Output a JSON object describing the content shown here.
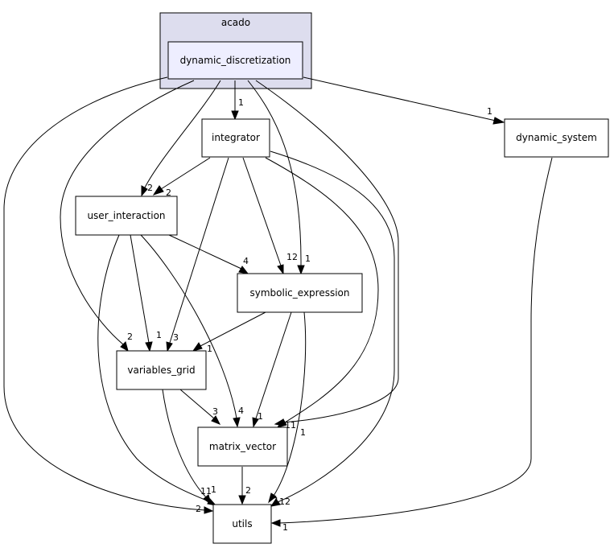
{
  "cluster": {
    "label": "acado"
  },
  "nodes": {
    "dynamic_discretization": {
      "label": "dynamic_discretization"
    },
    "integrator": {
      "label": "integrator"
    },
    "dynamic_system": {
      "label": "dynamic_system"
    },
    "user_interaction": {
      "label": "user_interaction"
    },
    "symbolic_expression": {
      "label": "symbolic_expression"
    },
    "variables_grid": {
      "label": "variables_grid"
    },
    "matrix_vector": {
      "label": "matrix_vector"
    },
    "utils": {
      "label": "utils"
    }
  },
  "edges": {
    "dd_integrator": {
      "from": "dynamic_discretization",
      "to": "integrator",
      "count": "1"
    },
    "dd_dynamic_system": {
      "from": "dynamic_discretization",
      "to": "dynamic_system",
      "count": "1"
    },
    "dd_user_interaction": {
      "from": "dynamic_discretization",
      "to": "user_interaction",
      "count": "2"
    },
    "dd_symbolic_expression": {
      "from": "dynamic_discretization",
      "to": "symbolic_expression",
      "count": "1"
    },
    "dd_variables_grid": {
      "from": "dynamic_discretization",
      "to": "variables_grid",
      "count": "2"
    },
    "dd_matrix_vector": {
      "from": "dynamic_discretization",
      "to": "matrix_vector",
      "count": "11"
    },
    "dd_utils": {
      "from": "dynamic_discretization",
      "to": "utils",
      "count": "2"
    },
    "int_user_interaction": {
      "from": "integrator",
      "to": "user_interaction",
      "count": "2"
    },
    "int_symbolic_expression": {
      "from": "integrator",
      "to": "symbolic_expression",
      "count": "12"
    },
    "int_variables_grid": {
      "from": "integrator",
      "to": "variables_grid",
      "count": "3"
    },
    "int_matrix_vector": {
      "from": "integrator",
      "to": "matrix_vector",
      "count": "1"
    },
    "int_utils": {
      "from": "integrator",
      "to": "utils",
      "count": "1"
    },
    "ui_symbolic_expression": {
      "from": "user_interaction",
      "to": "symbolic_expression",
      "count": "4"
    },
    "ui_variables_grid": {
      "from": "user_interaction",
      "to": "variables_grid",
      "count": "1"
    },
    "ui_matrix_vector": {
      "from": "user_interaction",
      "to": "matrix_vector",
      "count": "4"
    },
    "ui_utils": {
      "from": "user_interaction",
      "to": "utils",
      "count": "11"
    },
    "se_variables_grid": {
      "from": "symbolic_expression",
      "to": "variables_grid",
      "count": "1"
    },
    "se_matrix_vector": {
      "from": "symbolic_expression",
      "to": "matrix_vector",
      "count": "1"
    },
    "se_utils": {
      "from": "symbolic_expression",
      "to": "utils",
      "count": "12"
    },
    "vg_matrix_vector": {
      "from": "variables_grid",
      "to": "matrix_vector",
      "count": "3"
    },
    "vg_utils": {
      "from": "variables_grid",
      "to": "utils",
      "count": "1"
    },
    "mv_utils": {
      "from": "matrix_vector",
      "to": "utils",
      "count": "2"
    },
    "ds_utils": {
      "from": "dynamic_system",
      "to": "utils",
      "count": "1"
    }
  }
}
